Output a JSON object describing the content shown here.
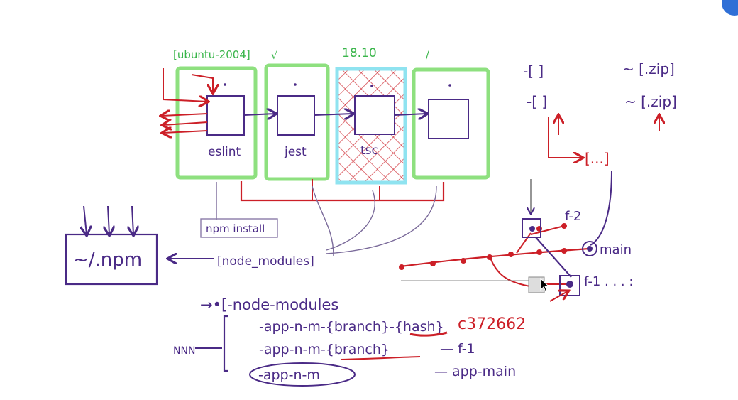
{
  "diagram": {
    "runner_label": "[ubuntu-2004]",
    "check_mark_1": "√",
    "check_mark_2": "/",
    "node_version": "18.10",
    "stages": [
      {
        "label": "eslint"
      },
      {
        "label": "jest"
      },
      {
        "label": "tsc"
      },
      {
        "label": ""
      }
    ],
    "npm_install": "npm install",
    "cache_dir": "~/.npm",
    "node_modules": "[node_modules]",
    "artifacts": {
      "row1_left": "-[    ]",
      "row1_right": "~ [.zip]",
      "row2_left": "-[    ]",
      "row2_right": "~ [.zip]",
      "merged": "[...]"
    },
    "branches": {
      "f2": "f-2",
      "main": "main",
      "f1": "f-1 . . .  :"
    },
    "cache_keys": {
      "header": "→•[-node-modules",
      "key1": "-app-n-m-{branch}-{hash}",
      "key1_hash": "c372662",
      "key2": "-app-n-m-{branch}",
      "key2_branch": "— f-1",
      "key3": "-app-n-m",
      "key3_note": "— app-main",
      "scribble": "NNN"
    },
    "colors": {
      "ink": "#4a2a86",
      "red": "#cc1f27",
      "green": "#39b54a",
      "cyan": "#8fe3f0"
    }
  }
}
